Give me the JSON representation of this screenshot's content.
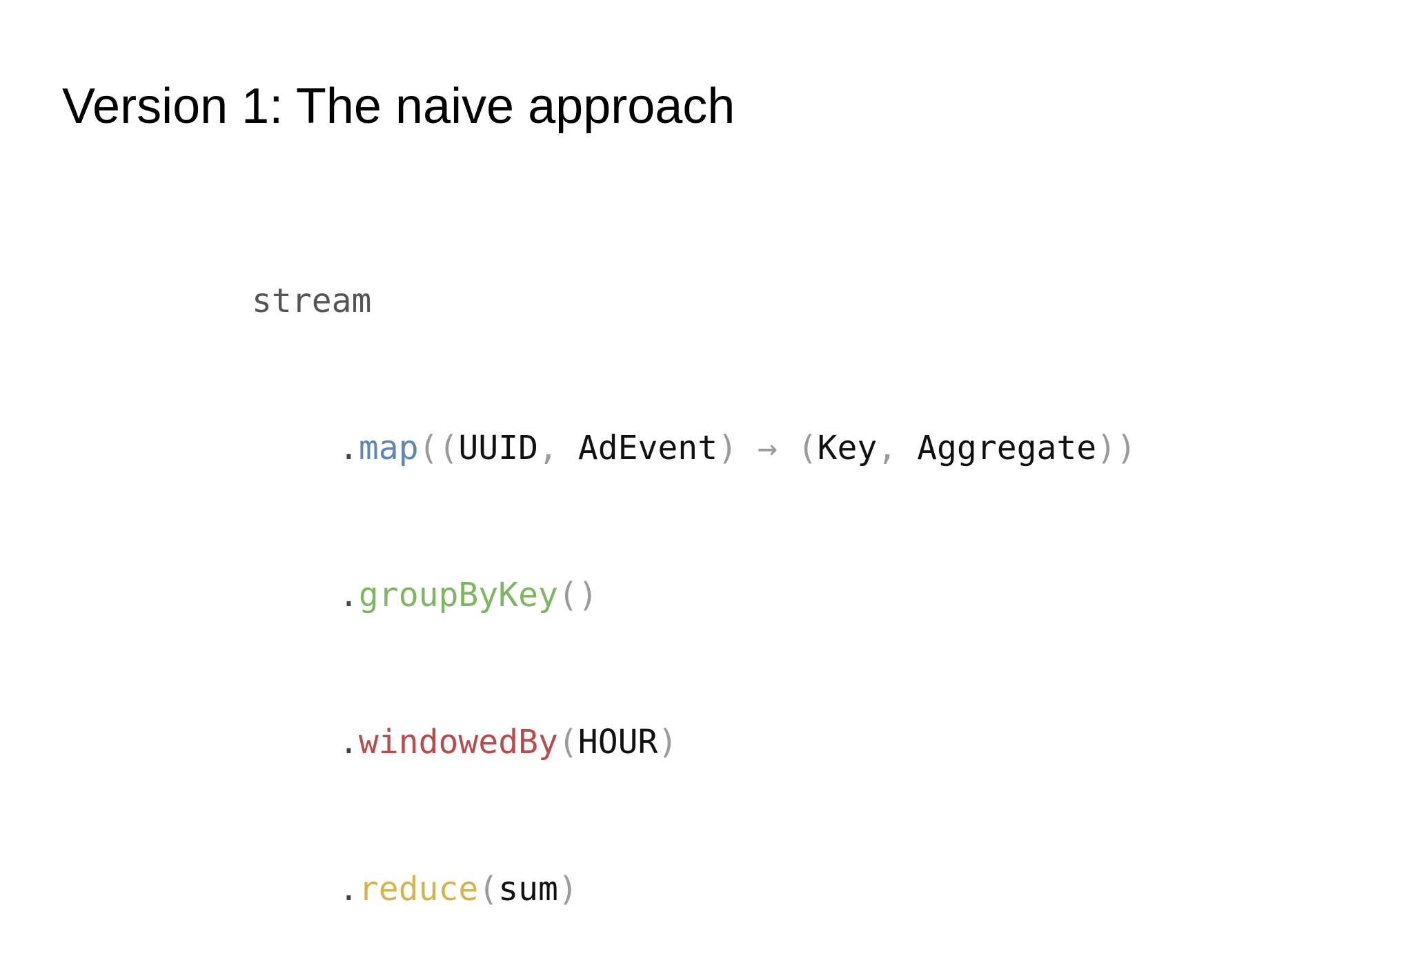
{
  "slide": {
    "title": "Version 1: The naive approach"
  },
  "code": {
    "stream": "stream",
    "dot": ".",
    "line_map": {
      "method": "map",
      "open_outer": "((",
      "arg1": "UUID",
      "comma1": ", ",
      "arg2": "AdEvent",
      "close_inner": ")",
      "arrow": " → ",
      "open_paren": "(",
      "arg3": "Key",
      "comma2": ", ",
      "arg4": "Aggregate",
      "close_outer": "))"
    },
    "line_group": {
      "method": "groupByKey",
      "parens": "()"
    },
    "line_window": {
      "method": "windowedBy",
      "open": "(",
      "arg": "HOUR",
      "close": ")"
    },
    "line_reduce": {
      "method": "reduce",
      "open": "(",
      "arg": "sum",
      "close": ")"
    },
    "colors": {
      "map": "#5f86b7",
      "groupByKey": "#7fb563",
      "windowedBy": "#ba4b4b",
      "reduce": "#d4b44f",
      "punctuation": "#9a9a9a",
      "identifier": "#111111"
    }
  }
}
